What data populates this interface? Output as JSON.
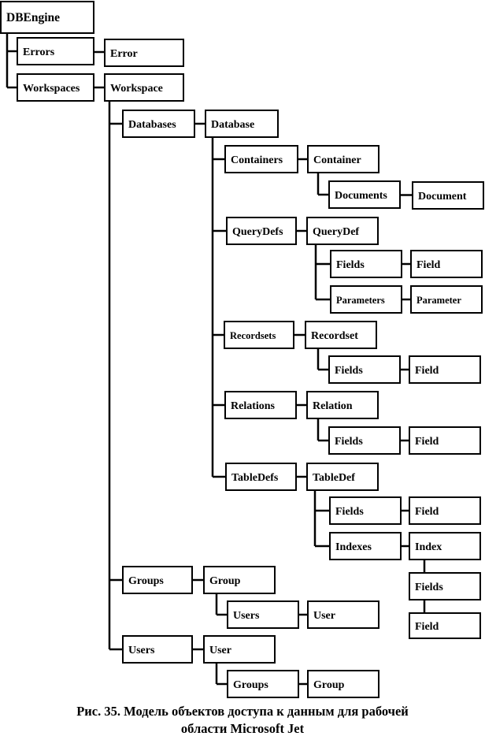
{
  "diagram": {
    "nodes": [
      {
        "id": "dbengine",
        "label": "DBEngine"
      },
      {
        "id": "errors",
        "label": "Errors"
      },
      {
        "id": "error",
        "label": "Error"
      },
      {
        "id": "workspaces",
        "label": "Workspaces"
      },
      {
        "id": "workspace",
        "label": "Workspace"
      },
      {
        "id": "databases",
        "label": "Databases"
      },
      {
        "id": "database",
        "label": "Database"
      },
      {
        "id": "containers",
        "label": "Containers"
      },
      {
        "id": "container",
        "label": "Container"
      },
      {
        "id": "documents",
        "label": "Documents"
      },
      {
        "id": "document",
        "label": "Document"
      },
      {
        "id": "querydefs",
        "label": "QueryDefs"
      },
      {
        "id": "querydef",
        "label": "QueryDef"
      },
      {
        "id": "qd-fields",
        "label": "Fields"
      },
      {
        "id": "qd-field",
        "label": "Field"
      },
      {
        "id": "qd-parameters",
        "label": "Parameters"
      },
      {
        "id": "qd-parameter",
        "label": "Parameter"
      },
      {
        "id": "recordsets",
        "label": "Recordsets"
      },
      {
        "id": "recordset",
        "label": "Recordset"
      },
      {
        "id": "rs-fields",
        "label": "Fields"
      },
      {
        "id": "rs-field",
        "label": "Field"
      },
      {
        "id": "relations",
        "label": "Relations"
      },
      {
        "id": "relation",
        "label": "Relation"
      },
      {
        "id": "rel-fields",
        "label": "Fields"
      },
      {
        "id": "rel-field",
        "label": "Field"
      },
      {
        "id": "tabledefs",
        "label": "TableDefs"
      },
      {
        "id": "tabledef",
        "label": "TableDef"
      },
      {
        "id": "td-fields",
        "label": "Fields"
      },
      {
        "id": "td-field",
        "label": "Field"
      },
      {
        "id": "td-indexes",
        "label": "Indexes"
      },
      {
        "id": "td-index",
        "label": "Index"
      },
      {
        "id": "idx-fields",
        "label": "Fields"
      },
      {
        "id": "idx-field",
        "label": "Field"
      },
      {
        "id": "groups",
        "label": "Groups"
      },
      {
        "id": "group",
        "label": "Group"
      },
      {
        "id": "g-users",
        "label": "Users"
      },
      {
        "id": "g-user",
        "label": "User"
      },
      {
        "id": "users",
        "label": "Users"
      },
      {
        "id": "user",
        "label": "User"
      },
      {
        "id": "u-groups",
        "label": "Groups"
      },
      {
        "id": "u-group",
        "label": "Group"
      }
    ],
    "edges": [
      [
        "dbengine",
        "errors"
      ],
      [
        "errors",
        "error"
      ],
      [
        "dbengine",
        "workspaces"
      ],
      [
        "workspaces",
        "workspace"
      ],
      [
        "workspace",
        "databases"
      ],
      [
        "databases",
        "database"
      ],
      [
        "database",
        "containers"
      ],
      [
        "containers",
        "container"
      ],
      [
        "container",
        "documents"
      ],
      [
        "documents",
        "document"
      ],
      [
        "database",
        "querydefs"
      ],
      [
        "querydefs",
        "querydef"
      ],
      [
        "querydef",
        "qd-fields"
      ],
      [
        "qd-fields",
        "qd-field"
      ],
      [
        "querydef",
        "qd-parameters"
      ],
      [
        "qd-parameters",
        "qd-parameter"
      ],
      [
        "database",
        "recordsets"
      ],
      [
        "recordsets",
        "recordset"
      ],
      [
        "recordset",
        "rs-fields"
      ],
      [
        "rs-fields",
        "rs-field"
      ],
      [
        "database",
        "relations"
      ],
      [
        "relations",
        "relation"
      ],
      [
        "relation",
        "rel-fields"
      ],
      [
        "rel-fields",
        "rel-field"
      ],
      [
        "database",
        "tabledefs"
      ],
      [
        "tabledefs",
        "tabledef"
      ],
      [
        "tabledef",
        "td-fields"
      ],
      [
        "td-fields",
        "td-field"
      ],
      [
        "tabledef",
        "td-indexes"
      ],
      [
        "td-indexes",
        "td-index"
      ],
      [
        "td-index",
        "idx-fields"
      ],
      [
        "idx-fields",
        "idx-field"
      ],
      [
        "workspace",
        "groups"
      ],
      [
        "groups",
        "group"
      ],
      [
        "group",
        "g-users"
      ],
      [
        "g-users",
        "g-user"
      ],
      [
        "workspace",
        "users"
      ],
      [
        "users",
        "user"
      ],
      [
        "user",
        "u-groups"
      ],
      [
        "u-groups",
        "u-group"
      ]
    ]
  },
  "caption": {
    "line1": "Рис. 35. Модель объектов доступа к данным для рабочей",
    "line2": "области Microsoft Jet"
  }
}
